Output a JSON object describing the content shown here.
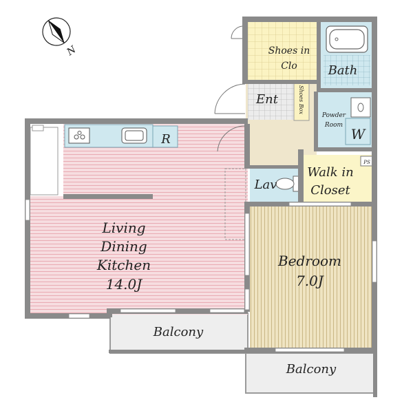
{
  "compass": {
    "north_label": "N"
  },
  "rooms": {
    "ldk": {
      "line1": "Living",
      "line2": "Dining",
      "line3": "Kitchen",
      "size": "14.0J"
    },
    "bedroom": {
      "line1": "Bedroom",
      "size": "7.0J"
    },
    "bath": {
      "label": "Bath"
    },
    "shoes_closet": {
      "line1": "Shoes in",
      "line2": "Clo"
    },
    "entrance": {
      "label": "Ent"
    },
    "shoes_box": {
      "label": "Shoes Box"
    },
    "powder_room": {
      "line1": "Powder",
      "line2": "Room"
    },
    "washer": {
      "label": "W"
    },
    "walk_in_closet": {
      "line1": "Walk in",
      "line2": "Closet"
    },
    "lavatory": {
      "label": "Lav"
    },
    "ps": {
      "label": "PS"
    },
    "refrigerator": {
      "label": "R"
    },
    "balcony_left": {
      "label": "Balcony"
    },
    "balcony_right": {
      "label": "Balcony"
    }
  },
  "colors": {
    "wall": "#8a8a8a",
    "ldk_floor": "#f6dde0",
    "ldk_lines": "#e9aab2",
    "bedroom_floor": "#efe4c2",
    "bedroom_lines": "#c9b685",
    "bath_floor": "#cfe8ef",
    "tile_floor": "#fbf3c2",
    "entry_floor": "#efe6cc",
    "closet_floor": "#fbf5c8",
    "kitchen_counter": "#cfe8ef",
    "balcony": "#eeeeee"
  }
}
